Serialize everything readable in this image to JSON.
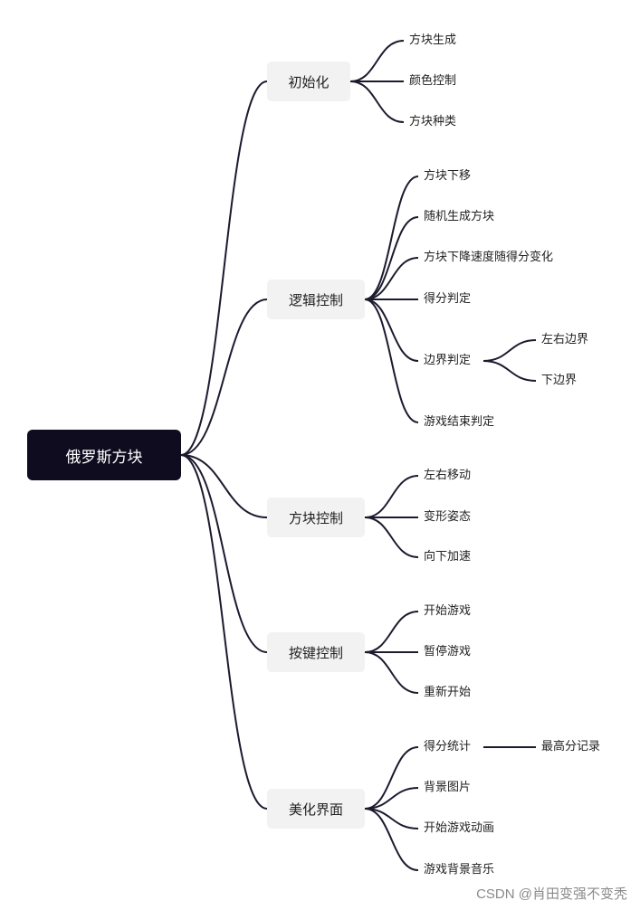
{
  "root": {
    "label": "俄罗斯方块"
  },
  "branches": [
    {
      "label": "初始化",
      "children": [
        {
          "label": "方块生成"
        },
        {
          "label": "颜色控制"
        },
        {
          "label": "方块种类"
        }
      ]
    },
    {
      "label": "逻辑控制",
      "children": [
        {
          "label": "方块下移"
        },
        {
          "label": "随机生成方块"
        },
        {
          "label": "方块下降速度随得分变化"
        },
        {
          "label": "得分判定"
        },
        {
          "label": "边界判定",
          "children": [
            {
              "label": "左右边界"
            },
            {
              "label": "下边界"
            }
          ]
        },
        {
          "label": "游戏结束判定"
        }
      ]
    },
    {
      "label": "方块控制",
      "children": [
        {
          "label": "左右移动"
        },
        {
          "label": "变形姿态"
        },
        {
          "label": "向下加速"
        }
      ]
    },
    {
      "label": "按键控制",
      "children": [
        {
          "label": "开始游戏"
        },
        {
          "label": "暂停游戏"
        },
        {
          "label": "重新开始"
        }
      ]
    },
    {
      "label": "美化界面",
      "children": [
        {
          "label": "得分统计",
          "children": [
            {
              "label": "最高分记录"
            }
          ]
        },
        {
          "label": "背景图片"
        },
        {
          "label": "开始游戏动画"
        },
        {
          "label": "游戏背景音乐"
        }
      ]
    }
  ],
  "watermark": "CSDN @肖田变强不变秃"
}
